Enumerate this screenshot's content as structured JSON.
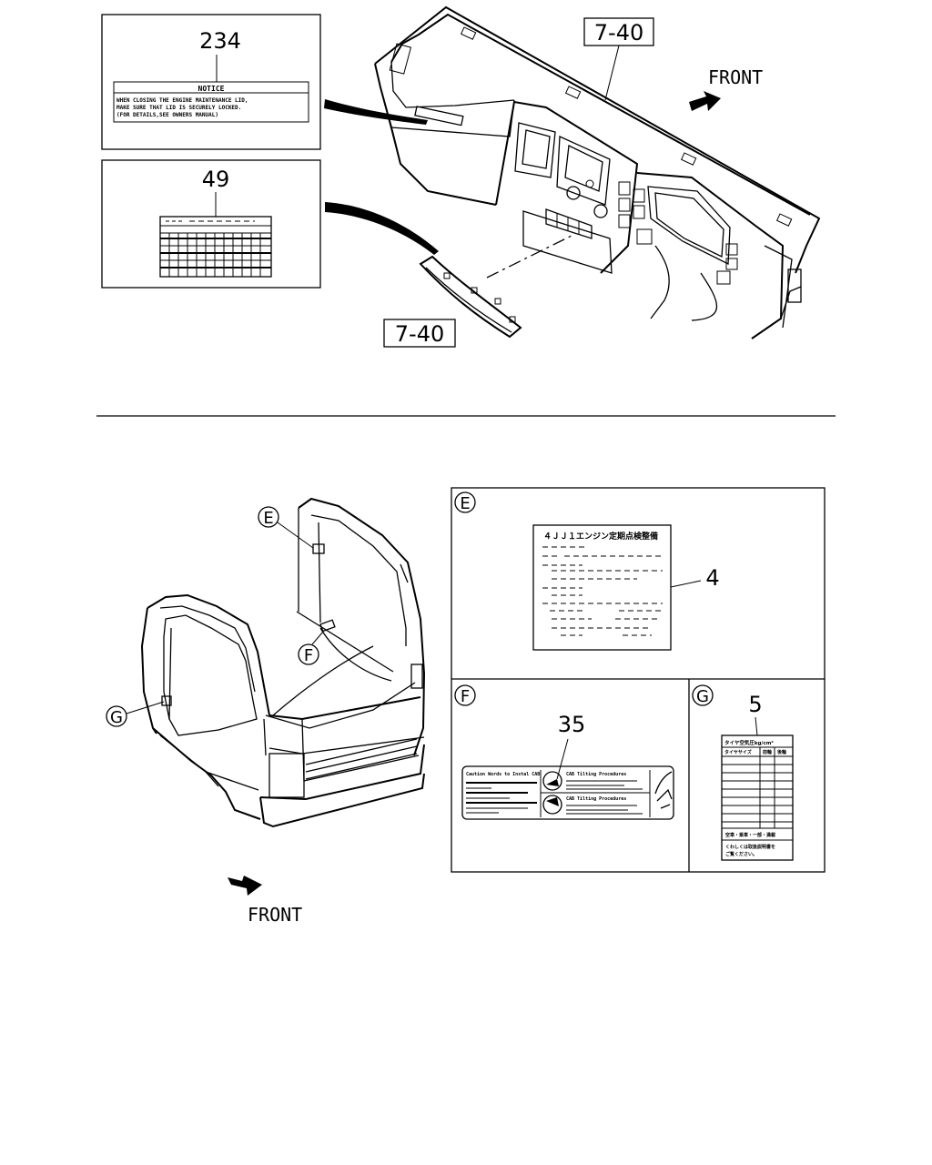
{
  "callouts": {
    "part_234": "234",
    "part_49": "49",
    "part_7_40_top": "7-40",
    "part_7_40_bottom": "7-40",
    "part_4": "4",
    "part_35": "35",
    "part_5": "5"
  },
  "direction": {
    "front_top": "FRONT",
    "front_bottom": "FRONT"
  },
  "view_markers": {
    "e": "E",
    "f": "F",
    "g": "G",
    "e_panel": "E",
    "f_panel": "F",
    "g_panel": "G"
  },
  "notice_label": {
    "heading": "NOTICE",
    "line1": "WHEN CLOSING THE ENGINE MAINTENANCE LID,",
    "line2": "MAKE SURE THAT LID IS SECURELY LOCKED.",
    "line3": "(FOR DETAILS,SEE OWNERS MANUAL)"
  },
  "label_4": {
    "heading": "４ＪＪ１エンジン定期点検整備"
  },
  "label_35": {
    "left_heading": "Caution Words to Instal CAB",
    "right_heading_top": "CAB Tilting Procedures",
    "right_heading_bottom": "CAB Tilting Procedures"
  },
  "label_5": {
    "heading": "タイヤ空気圧kg/cm²",
    "col1": "タイヤサイズ",
    "col2": "前輪",
    "col3": "後輪",
    "footer1": "空車・乗車・一部・満載",
    "footer2": "くわしくは取扱説明書を",
    "footer3": "ご覧ください。"
  }
}
